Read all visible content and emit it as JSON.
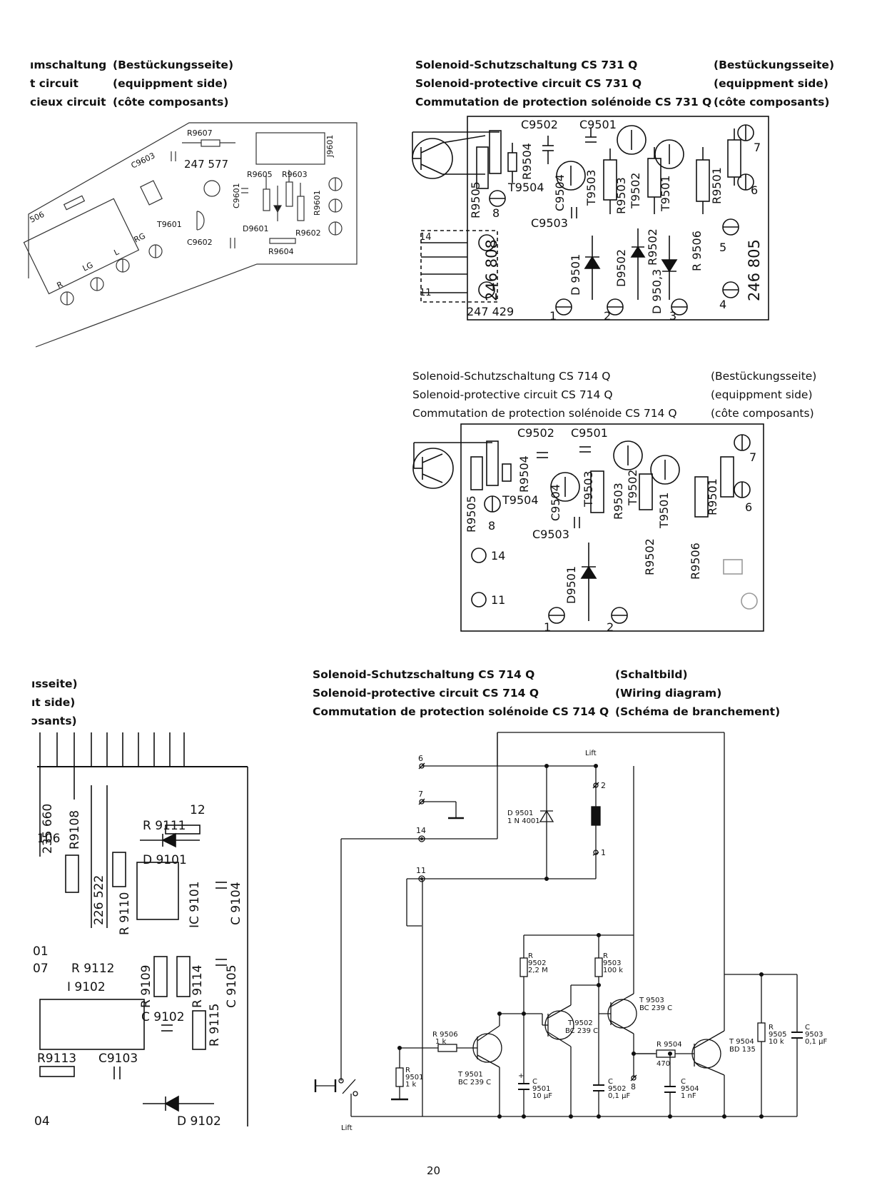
{
  "page_number": "20",
  "top_left": {
    "header_left": [
      "ımschaltung",
      "t circuit",
      "cieux circuit"
    ],
    "header_right": [
      "(Bestückungsseite)",
      "(equippment side)",
      "(côte composants)"
    ],
    "labels": {
      "r9607": "R9607",
      "c9603": "C9603",
      "board_no": "247 577",
      "j9601": "J9601",
      "r9605": "R9605",
      "r9603": "R9603",
      "c9601": "C9601",
      "r9601": "R9601",
      "t9601": "T9601",
      "d9601": "D9601",
      "r9602": "R9602",
      "c9602": "C9602",
      "r9604": "R9604",
      "r506": "506",
      "lg": "LG",
      "l": "L",
      "rg": "RG",
      "r": "R"
    }
  },
  "top_right": {
    "header_left": [
      "Solenoid-Schutzschaltung CS 731 Q",
      "Solenoid-protective circuit CS 731 Q",
      "Commutation de protection solénoide CS 731 Q"
    ],
    "header_right": [
      "(Bestückungsseite)",
      "(equippment side)",
      "(côte composants)"
    ],
    "labels": {
      "c9502": "C9502",
      "c9501": "C9501",
      "r9504": "R9504",
      "r9505": "R9505",
      "t9504": "T9504",
      "c9504": "C9504",
      "t9503": "T9503",
      "r9503": "R9503",
      "t9502": "T9502",
      "t9501": "T9501",
      "r9501": "R9501",
      "c9503": "C9503",
      "d9501": "D 9501",
      "d9502": "D9502",
      "r9502": "R9502",
      "d9503": "D 950,3",
      "r9506": "R 9506",
      "board_a": "246 805",
      "board_b": "246 808",
      "board_c": "247 429",
      "t14": "14",
      "t11": "11",
      "t8": "8",
      "t7": "7",
      "t6": "6",
      "t5": "5",
      "t4": "4",
      "t3": "3",
      "t2": "2",
      "t1": "1"
    }
  },
  "mid_right": {
    "header_left": [
      "Solenoid-Schutzschaltung CS 714 Q",
      "Solenoid-protective circuit CS 714 Q",
      "Commutation de protection solénoide CS 714 Q"
    ],
    "header_right": [
      "(Bestückungsseite)",
      "(equippment side)",
      "(côte composants)"
    ],
    "labels": {
      "c9502": "C9502",
      "c9501": "C9501",
      "r9504": "R9504",
      "r9505": "R9505",
      "t9504": "T9504",
      "c9504": "C9504",
      "t9503": "T9503",
      "r9503": "R9503",
      "t9502": "T9502",
      "t9501": "T9501",
      "r9501": "R9501",
      "c9503": "C9503",
      "d9501": "D9501",
      "r9502": "R9502",
      "r9506": "R9506",
      "t14": "14",
      "t11": "11",
      "t8": "8",
      "t7": "7",
      "t6": "6",
      "t2": "2",
      "t1": "1"
    }
  },
  "bottom_left": {
    "header_right": [
      "ısseite)",
      "ıt side)",
      "ɔsants)"
    ],
    "labels": {
      "t106": "106",
      "t12": "12",
      "r9111": "R 9111",
      "d9101": "D 9101",
      "r9108": "R9108",
      "b235660": "235 660",
      "b226522": "226 522",
      "r9110": "R 9110",
      "ic9101": "IC 9101",
      "c9104": "C 9104",
      "r9112": "R 9112",
      "i9102": "I 9102",
      "r9109": "R 9109",
      "r9114": "R 9114",
      "c9105": "C 9105",
      "c9102": "C 9102",
      "r9115": "R 9115",
      "r9113": "R9113",
      "c9103": "C9103",
      "d9102": "D 9102",
      "t07": "07",
      "t01": "01",
      "t04": "04"
    }
  },
  "schematic": {
    "header_left": [
      "Solenoid-Schutzschaltung CS 714 Q",
      "Solenoid-protective circuit CS 714 Q",
      "Commutation de protection solénoide CS 714 Q"
    ],
    "header_right": [
      "(Schaltbild)",
      "(Wiring diagram)",
      "(Schéma de branchement)"
    ],
    "labels": {
      "n6": "6",
      "n7": "7",
      "n14": "14",
      "n11": "11",
      "lift_top": "Lift",
      "n2": "2",
      "n1": "1",
      "n8": "8",
      "d9501_a": "D 9501",
      "d9501_b": "1 N 4001",
      "r9502_a": "R",
      "r9502_b": "9502",
      "r9502_c": "2,2 M",
      "r9503_a": "R",
      "r9503_b": "9503",
      "r9503_c": "100 k",
      "t9502_a": "T 9502",
      "t9502_b": "BC 239 C",
      "t9503_a": "T 9503",
      "t9503_b": "BC 239 C",
      "t9504_a": "T 9504",
      "t9504_b": "BD 135",
      "r9506_a": "R 9506",
      "r9506_b": "1 k",
      "r9504_a": "R 9504",
      "r9504_b": "470",
      "r9505_a": "R",
      "r9505_b": "9505",
      "r9505_c": "10 k",
      "c9503_a": "C",
      "c9503_b": "9503",
      "c9503_c": "0,1 µF",
      "t9501_a": "T 9501",
      "t9501_b": "BC 239 C",
      "c9501_a": "C",
      "c9501_b": "9501",
      "c9501_c": "10 µF",
      "c9502_a": "C",
      "c9502_b": "9502",
      "c9502_c": "0,1 µF",
      "c9504_a": "C",
      "c9504_b": "9504",
      "c9504_c": "1 nF",
      "r9501_a": "R",
      "r9501_b": "9501",
      "r9501_c": "1 k",
      "lift_bottom": "Lift",
      "plus": "+"
    }
  }
}
